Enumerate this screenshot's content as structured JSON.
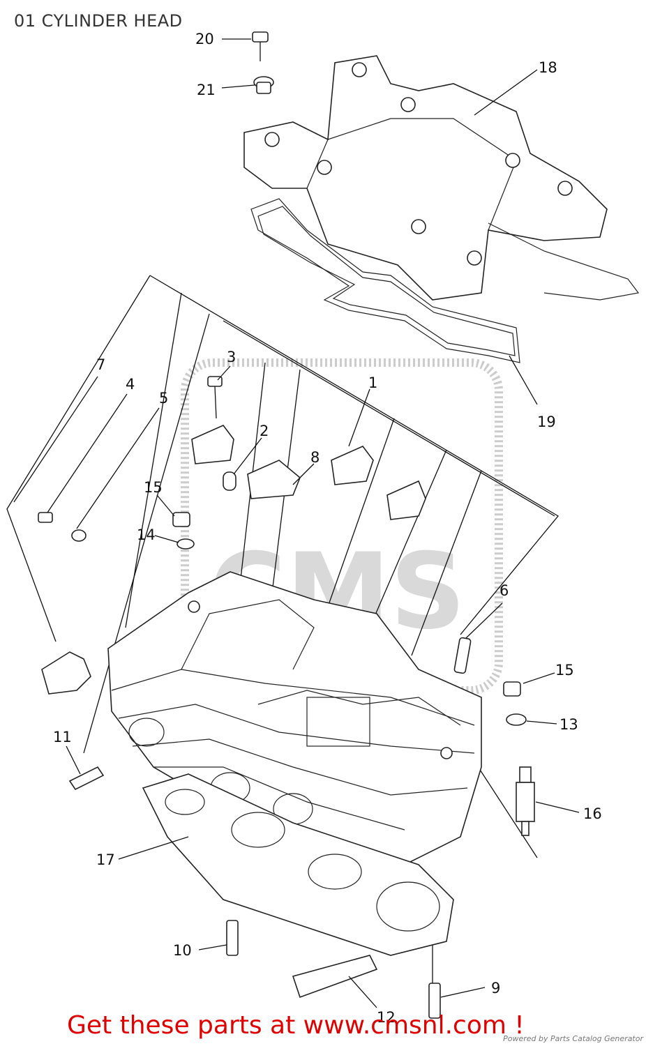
{
  "title": "01 CYLINDER HEAD",
  "watermark": "CMS",
  "callouts": [
    "20",
    "21",
    "18",
    "19",
    "7",
    "4",
    "5",
    "3",
    "1",
    "2",
    "8",
    "15",
    "14",
    "6",
    "15",
    "13",
    "16",
    "11",
    "17",
    "10",
    "12",
    "9"
  ],
  "cta": "Get these parts at www.cmsnl.com !",
  "credit": "Powered by Parts Catalog Generator"
}
